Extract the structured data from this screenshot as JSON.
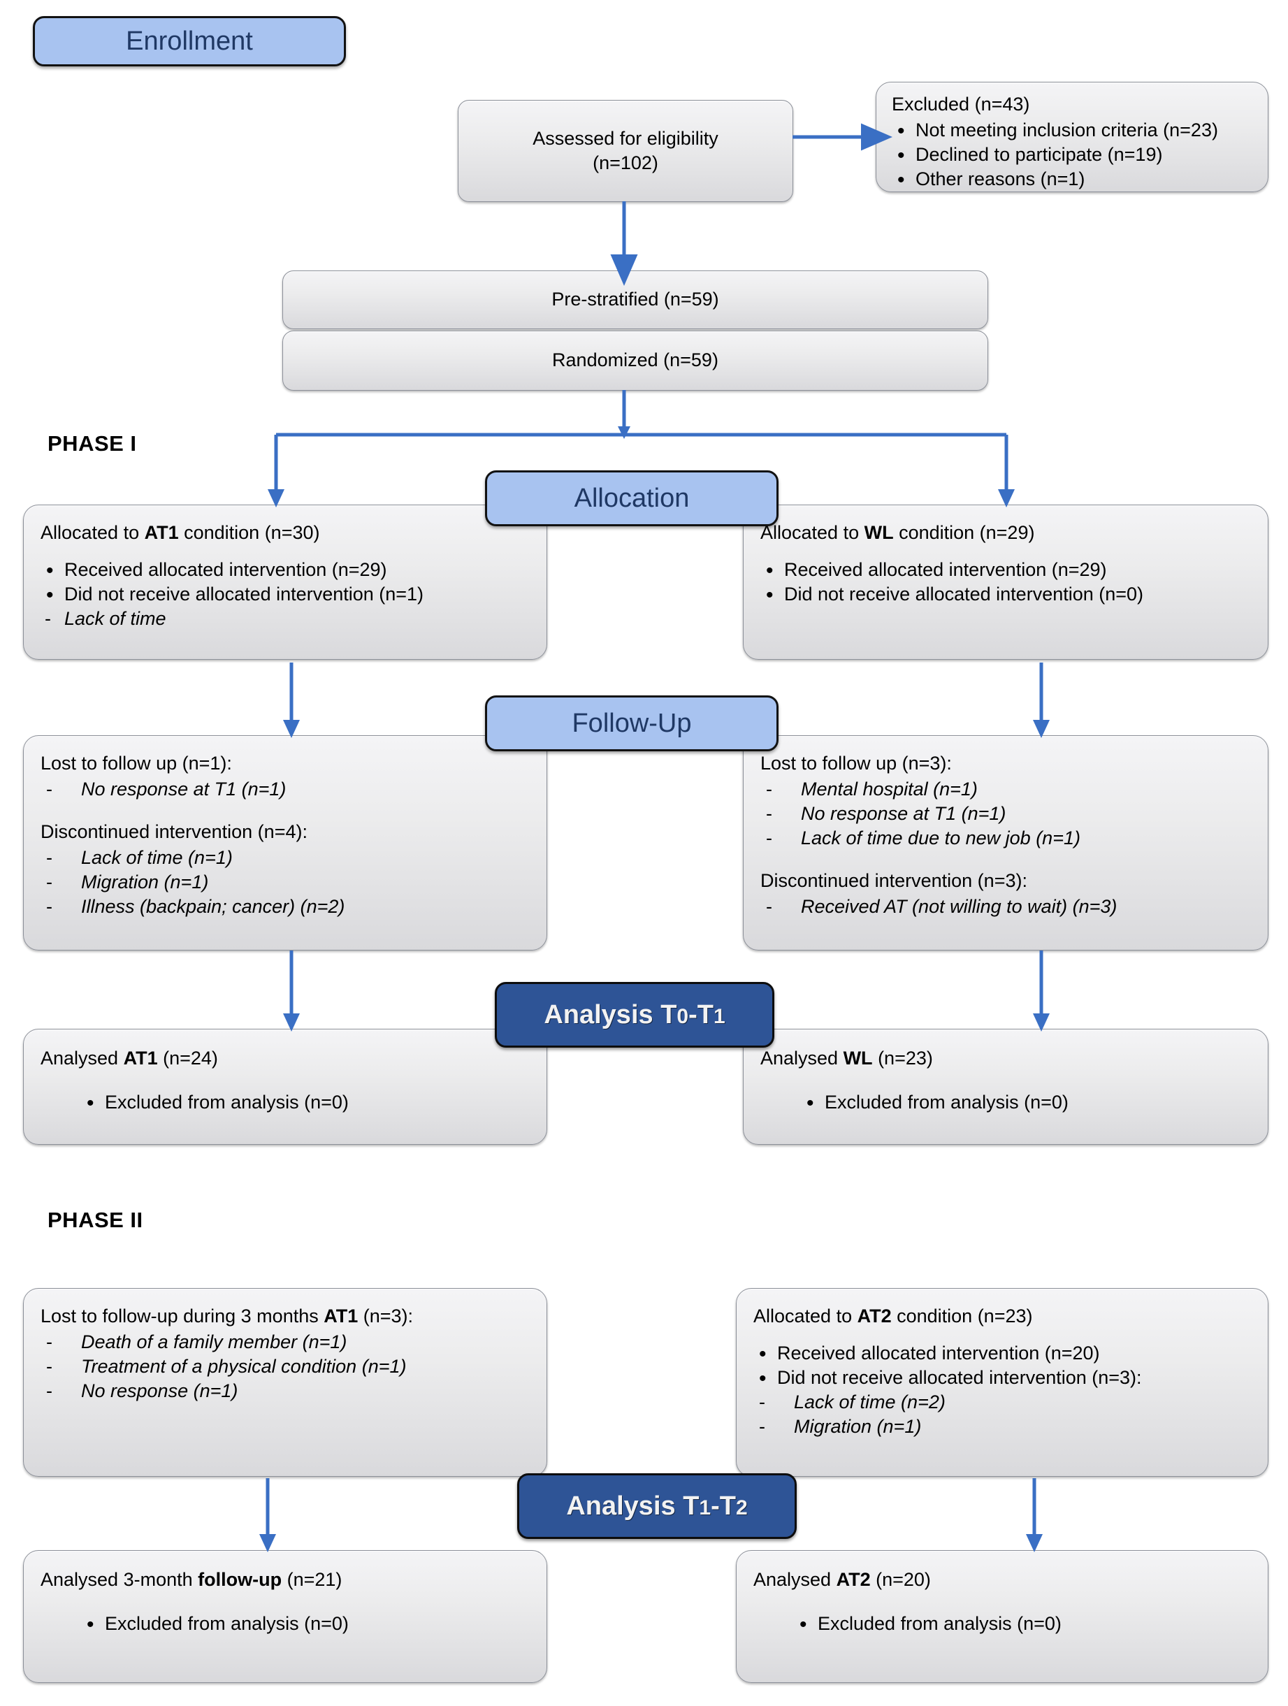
{
  "diagram": {
    "title": "CONSORT participant flow diagram",
    "accent_blue": "#a8c3f0",
    "accent_dark_blue": "#2e5496",
    "arrow_color": "#3a6fc4",
    "node_fill": "#ececee"
  },
  "banners": {
    "enrollment": "Enrollment",
    "allocation": "Allocation",
    "followup": "Follow-Up",
    "analysis_t0_t1_main": "Analysis T",
    "analysis_t0_t1": "Analysis T0-T1",
    "analysis_t1_t2": "Analysis T1-T2"
  },
  "phases": {
    "phase1": "PHASE I",
    "phase2": "PHASE II"
  },
  "enrollment": {
    "assessed_line1": "Assessed for eligibility",
    "assessed_line2": "(n=102)",
    "excluded_header": "Excluded  (n=43)",
    "excluded_items": [
      "Not meeting inclusion criteria (n=23)",
      "Declined to participate (n=19)",
      "Other reasons (n=1)"
    ],
    "prestratified": "Pre-stratified (n=59)",
    "randomized": "Randomized (n=59)"
  },
  "allocation": {
    "left": {
      "header_pre": "Allocated to ",
      "header_bold": "AT1",
      "header_post": " condition (n=30)",
      "bullets": [
        "Received allocated intervention (n=29)",
        "Did not receive allocated intervention (n=1)"
      ],
      "dashes": [
        "Lack of time"
      ]
    },
    "right": {
      "header_pre": "Allocated to ",
      "header_bold": "WL",
      "header_post": " condition (n=29)",
      "bullets": [
        "Received allocated intervention (n=29)",
        "Did not receive allocated intervention (n=0)"
      ],
      "dashes": []
    }
  },
  "followup": {
    "left": {
      "lost_header": "Lost to follow up (n=1):",
      "lost_items": [
        "No response at T1 (n=1)"
      ],
      "disc_header": "Discontinued intervention (n=4):",
      "disc_items": [
        "Lack of time (n=1)",
        "Migration (n=1)",
        "Illness (backpain; cancer) (n=2)"
      ]
    },
    "right": {
      "lost_header": "Lost to follow up (n=3):",
      "lost_items": [
        "Mental hospital (n=1)",
        "No response at T1 (n=1)",
        "Lack of time due to new job (n=1)"
      ],
      "disc_header": "Discontinued intervention (n=3):",
      "disc_items": [
        "Received AT (not willing to wait) (n=3)"
      ]
    }
  },
  "analysis_phase1": {
    "left": {
      "header_pre": "Analysed ",
      "header_bold": "AT1",
      "header_post": " (n=24)",
      "bullets": [
        "Excluded from analysis (n=0)"
      ]
    },
    "right": {
      "header_pre": "Analysed ",
      "header_bold": "WL",
      "header_post": " (n=23)",
      "bullets": [
        "Excluded from analysis (n=0)"
      ]
    }
  },
  "phase2_top": {
    "left": {
      "header_pre": "Lost to follow-up during 3 months ",
      "header_bold": "AT1",
      "header_post": " (n=3):",
      "dashes": [
        "Death of a family member (n=1)",
        "Treatment of a physical condition (n=1)",
        "No response (n=1)"
      ]
    },
    "right": {
      "header_pre": "Allocated to ",
      "header_bold": "AT2",
      "header_post": " condition (n=23)",
      "bullets": [
        "Received allocated intervention (n=20)",
        "Did not receive allocated intervention (n=3):"
      ],
      "dashes": [
        "Lack of time (n=2)",
        "Migration (n=1)"
      ]
    }
  },
  "analysis_phase2": {
    "left": {
      "header_pre": "Analysed 3-month ",
      "header_bold": "follow-up",
      "header_post": " (n=21)",
      "bullets": [
        "Excluded from analysis (n=0)"
      ]
    },
    "right": {
      "header_pre": "Analysed ",
      "header_bold": "AT2",
      "header_post": " (n=20)",
      "bullets": [
        "Excluded from analysis (n=0)"
      ]
    }
  },
  "analysis_labels": {
    "t0t1_word": "Analysis",
    "t0t1_t0": "T",
    "t0t1_0": "0",
    "t0t1_dash": "-T",
    "t0t1_1": "1",
    "t1t2_word": "Analysis",
    "t1t2_t1": "T",
    "t1t2_1": "1",
    "t1t2_dash": "-T",
    "t1t2_2": "2"
  }
}
